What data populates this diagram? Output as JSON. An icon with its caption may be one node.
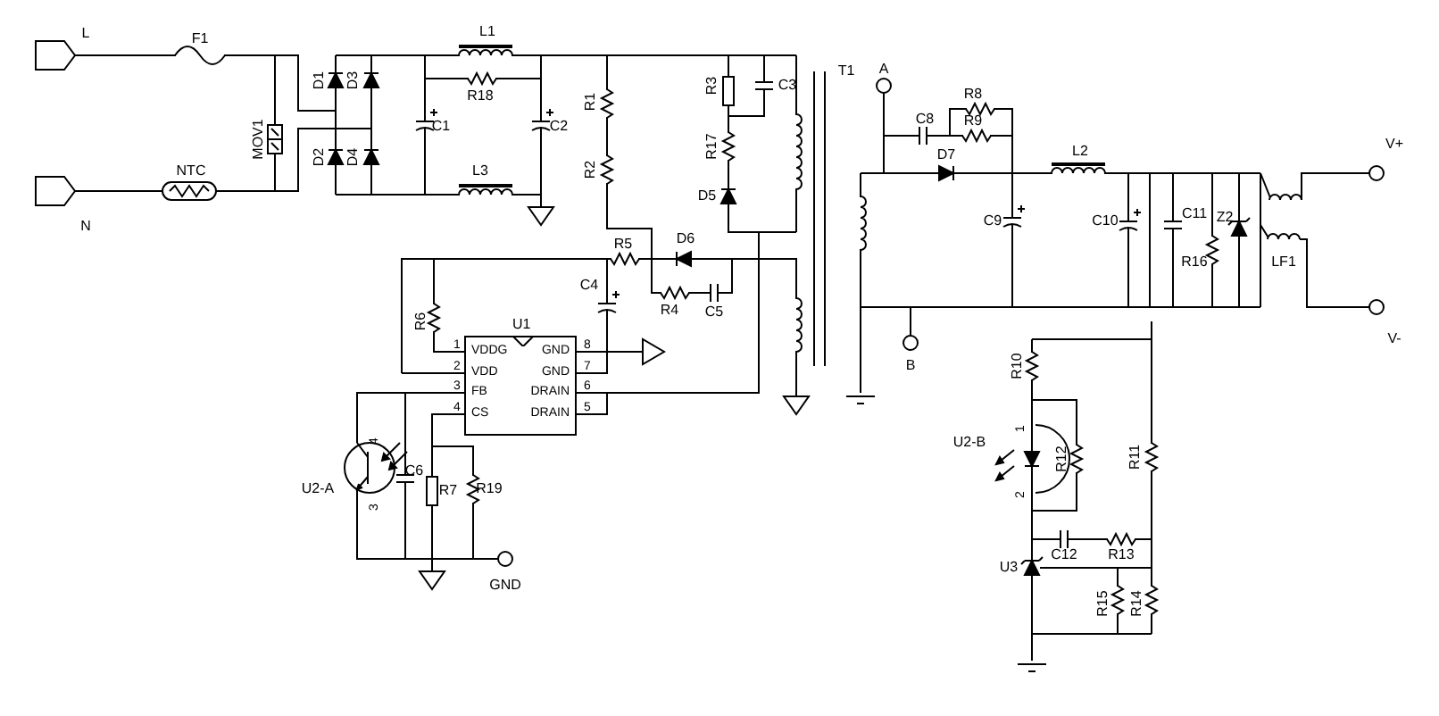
{
  "diagram": {
    "nodes": [
      {
        "text": [
          "VDDG",
          "GND",
          "VDD",
          "GND",
          "FB",
          "DRAIN",
          "CS",
          "DRAIN"
        ],
        "beside": [
          "U1",
          "1",
          "8",
          "2",
          "7",
          "3",
          "6",
          "4",
          "5"
        ]
      }
    ],
    "labels": [
      "L",
      "F1",
      "L1",
      "T1",
      "A",
      "R8",
      "C8",
      "R9",
      "D1",
      "D3",
      "R18",
      "R3",
      "C3",
      "MOV1",
      "C1",
      "C2",
      "R1",
      "R17",
      "V+",
      "D7",
      "L2",
      "D2",
      "D4",
      "R2",
      "NTC",
      "L3",
      "D5",
      "C9",
      "C10",
      "C11",
      "Z2",
      "R16",
      "LF1",
      "N",
      "R5",
      "D6",
      "C4",
      "R4",
      "C5",
      "R6",
      "V-",
      "B",
      "R10",
      "4",
      "U2-B",
      "1",
      "R12",
      "R11",
      "C6",
      "U2-A",
      "R7",
      "R19",
      "2",
      "3",
      "C12",
      "R13",
      "U3",
      "R15",
      "R14",
      "GND"
    ]
  }
}
